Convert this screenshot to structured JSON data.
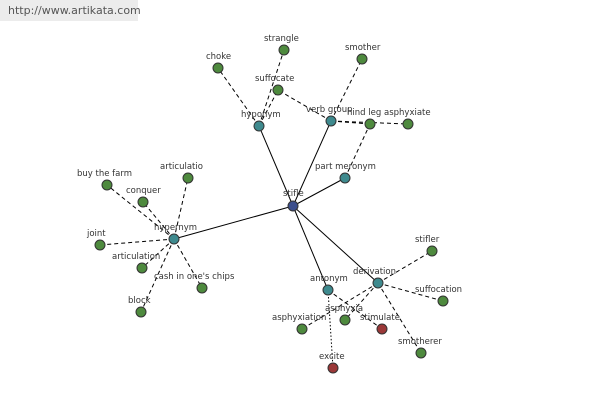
{
  "header": {
    "url": "http://www.artikata.com"
  },
  "colors": {
    "center": "#3b4e8c",
    "relation": "#3e8a8e",
    "leaf": "#4e8a3e",
    "highlight": "#9b3838"
  },
  "graph": {
    "nodes": [
      {
        "id": "stifle",
        "label": "stifle",
        "kind": "center"
      },
      {
        "id": "hyponym",
        "label": "hyponym",
        "kind": "relation"
      },
      {
        "id": "verb_group",
        "label": "verb group",
        "kind": "relation"
      },
      {
        "id": "part_meronym",
        "label": "part meronym",
        "kind": "relation"
      },
      {
        "id": "hypernym",
        "label": "hypernym",
        "kind": "relation"
      },
      {
        "id": "antonym",
        "label": "antonym",
        "kind": "relation"
      },
      {
        "id": "derivation",
        "label": "derivation",
        "kind": "relation"
      },
      {
        "id": "choke",
        "label": "choke",
        "kind": "leaf"
      },
      {
        "id": "strangle",
        "label": "strangle",
        "kind": "leaf"
      },
      {
        "id": "suffocate",
        "label": "suffocate",
        "kind": "leaf"
      },
      {
        "id": "smother",
        "label": "smother",
        "kind": "leaf"
      },
      {
        "id": "hind_leg",
        "label": "hind leg",
        "kind": "leaf"
      },
      {
        "id": "asphyxiate",
        "label": "asphyxiate",
        "kind": "leaf"
      },
      {
        "id": "buy_the_farm",
        "label": "buy the farm",
        "kind": "leaf"
      },
      {
        "id": "articulatio",
        "label": "articulatio",
        "kind": "leaf"
      },
      {
        "id": "conquer",
        "label": "conquer",
        "kind": "leaf"
      },
      {
        "id": "joint",
        "label": "joint",
        "kind": "leaf"
      },
      {
        "id": "articulation",
        "label": "articulation",
        "kind": "leaf"
      },
      {
        "id": "cash_chips",
        "label": "cash in one's chips",
        "kind": "leaf"
      },
      {
        "id": "block",
        "label": "block",
        "kind": "leaf"
      },
      {
        "id": "stifler",
        "label": "stifler",
        "kind": "leaf"
      },
      {
        "id": "suffocation",
        "label": "suffocation",
        "kind": "leaf"
      },
      {
        "id": "asphyxia",
        "label": "asphyxia",
        "kind": "leaf"
      },
      {
        "id": "asphyxiation",
        "label": "asphyxiation",
        "kind": "leaf"
      },
      {
        "id": "stimulate",
        "label": "stimulate",
        "kind": "highlight"
      },
      {
        "id": "smotherer",
        "label": "smotherer",
        "kind": "leaf"
      },
      {
        "id": "excite",
        "label": "excite",
        "kind": "highlight"
      }
    ],
    "edges": [
      {
        "from": "stifle",
        "to": "hyponym",
        "style": "solid"
      },
      {
        "from": "stifle",
        "to": "verb_group",
        "style": "solid"
      },
      {
        "from": "stifle",
        "to": "part_meronym",
        "style": "solid"
      },
      {
        "from": "stifle",
        "to": "hypernym",
        "style": "solid"
      },
      {
        "from": "stifle",
        "to": "antonym",
        "style": "solid"
      },
      {
        "from": "stifle",
        "to": "derivation",
        "style": "solid"
      },
      {
        "from": "hyponym",
        "to": "choke",
        "style": "dashed"
      },
      {
        "from": "hyponym",
        "to": "strangle",
        "style": "dashed"
      },
      {
        "from": "hyponym",
        "to": "suffocate",
        "style": "dashed"
      },
      {
        "from": "verb_group",
        "to": "suffocate",
        "style": "dashed"
      },
      {
        "from": "verb_group",
        "to": "smother",
        "style": "dashed"
      },
      {
        "from": "verb_group",
        "to": "hind_leg",
        "style": "dashed"
      },
      {
        "from": "verb_group",
        "to": "asphyxiate",
        "style": "dashed"
      },
      {
        "from": "part_meronym",
        "to": "hind_leg",
        "style": "dashed"
      },
      {
        "from": "hypernym",
        "to": "buy_the_farm",
        "style": "dashed"
      },
      {
        "from": "hypernym",
        "to": "articulatio",
        "style": "dashed"
      },
      {
        "from": "hypernym",
        "to": "conquer",
        "style": "dashed"
      },
      {
        "from": "hypernym",
        "to": "joint",
        "style": "dashed"
      },
      {
        "from": "hypernym",
        "to": "articulation",
        "style": "dashed"
      },
      {
        "from": "hypernym",
        "to": "cash_chips",
        "style": "dashed"
      },
      {
        "from": "hypernym",
        "to": "block",
        "style": "dashed"
      },
      {
        "from": "derivation",
        "to": "stifler",
        "style": "dashed"
      },
      {
        "from": "derivation",
        "to": "suffocation",
        "style": "dashed"
      },
      {
        "from": "derivation",
        "to": "asphyxia",
        "style": "dashed"
      },
      {
        "from": "derivation",
        "to": "asphyxiation",
        "style": "dashed"
      },
      {
        "from": "derivation",
        "to": "smotherer",
        "style": "dashed"
      },
      {
        "from": "antonym",
        "to": "stimulate",
        "style": "dashed"
      },
      {
        "from": "antonym",
        "to": "excite",
        "style": "dotted"
      }
    ]
  }
}
